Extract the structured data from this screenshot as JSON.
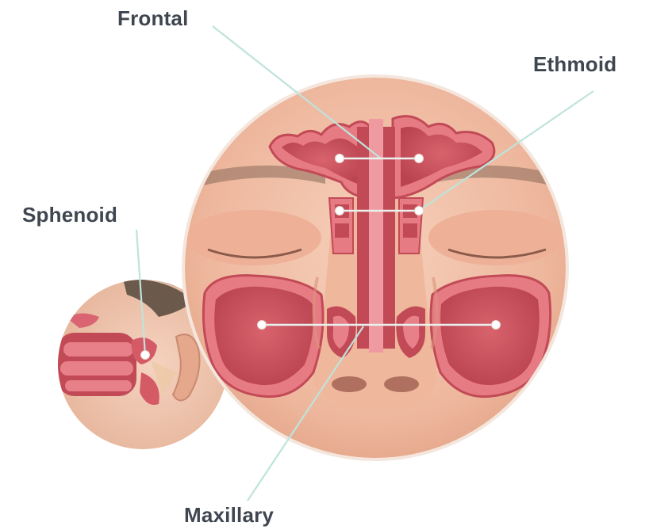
{
  "labels": {
    "frontal": "Frontal",
    "ethmoid": "Ethmoid",
    "sphenoid": "Sphenoid",
    "maxillary": "Maxillary"
  },
  "colors": {
    "label_text": "#3f4650",
    "leader_line": "#bfe3dc",
    "skin": "#f2c2a8",
    "sinus_wall": "#e0707a",
    "sinus_cavity": "#c8505c",
    "hair": "#5a4a3e",
    "marker": "#ffffff"
  },
  "icons": {
    "face_view": "frontal-face-cross-section",
    "side_view": "side-head-cross-section"
  }
}
